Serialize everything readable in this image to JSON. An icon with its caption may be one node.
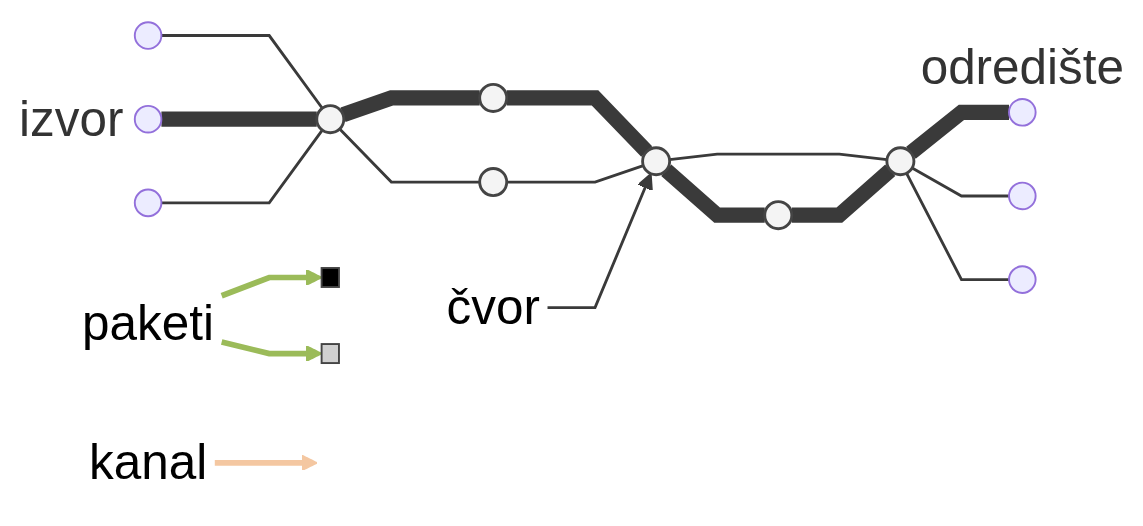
{
  "diagram": {
    "nodes": [
      {
        "text": [
          "kanal"
        ]
      },
      {
        "text": [
          "čvor"
        ]
      },
      {
        "text": [],
        "shape": "circle"
      },
      {
        "text": [],
        "shape": "circle",
        "beside": [
          "izvor"
        ]
      },
      {
        "text": [],
        "shape": "circle"
      },
      {
        "text": [],
        "shape": "circle"
      },
      {
        "text": [],
        "shape": "circle"
      },
      {
        "text": [],
        "shape": "circle"
      },
      {
        "text": [],
        "shape": "circle"
      },
      {
        "text": [],
        "shape": "circle"
      },
      {
        "text": [],
        "shape": "circle"
      },
      {
        "text": [],
        "shape": "circle",
        "beside": [
          "odredište"
        ]
      },
      {
        "text": [],
        "shape": "circle"
      },
      {
        "text": [],
        "shape": "circle"
      },
      {
        "text": [],
        "shape": "box"
      },
      {
        "text": [],
        "shape": "box"
      },
      {
        "text": [
          "paketi"
        ]
      }
    ],
    "edges": [
      {
        "from": 2,
        "to": 5,
        "arrow": "none"
      },
      {
        "from": 3,
        "to": 5,
        "arrow": "none",
        "style": "thick"
      },
      {
        "from": 4,
        "to": 5,
        "arrow": "none"
      },
      {
        "from": 5,
        "to": 6,
        "arrow": "none",
        "style": "thick"
      },
      {
        "from": 5,
        "to": 7,
        "arrow": "none"
      },
      {
        "from": 6,
        "to": 8,
        "arrow": "none",
        "style": "thick"
      },
      {
        "from": 7,
        "to": 8,
        "arrow": "none"
      },
      {
        "from": 8,
        "to": 10,
        "arrow": "none"
      },
      {
        "from": 8,
        "to": 9,
        "arrow": "none",
        "style": "thick"
      },
      {
        "from": 9,
        "to": 10,
        "arrow": "none",
        "style": "thick"
      },
      {
        "from": 10,
        "to": 11,
        "arrow": "none",
        "style": "thick"
      },
      {
        "from": 10,
        "to": 12,
        "arrow": "none"
      },
      {
        "from": 10,
        "to": 13,
        "arrow": "none"
      },
      {
        "from": 0,
        "to": null,
        "arrow": "to",
        "color": "#f4c7a1"
      },
      {
        "from": 1,
        "to": 8,
        "arrow": "to"
      },
      {
        "from": 16,
        "to": 14,
        "arrow": "to",
        "color": "#9bbb59"
      },
      {
        "from": 16,
        "to": 15,
        "arrow": "to",
        "color": "#9bbb59"
      }
    ]
  }
}
